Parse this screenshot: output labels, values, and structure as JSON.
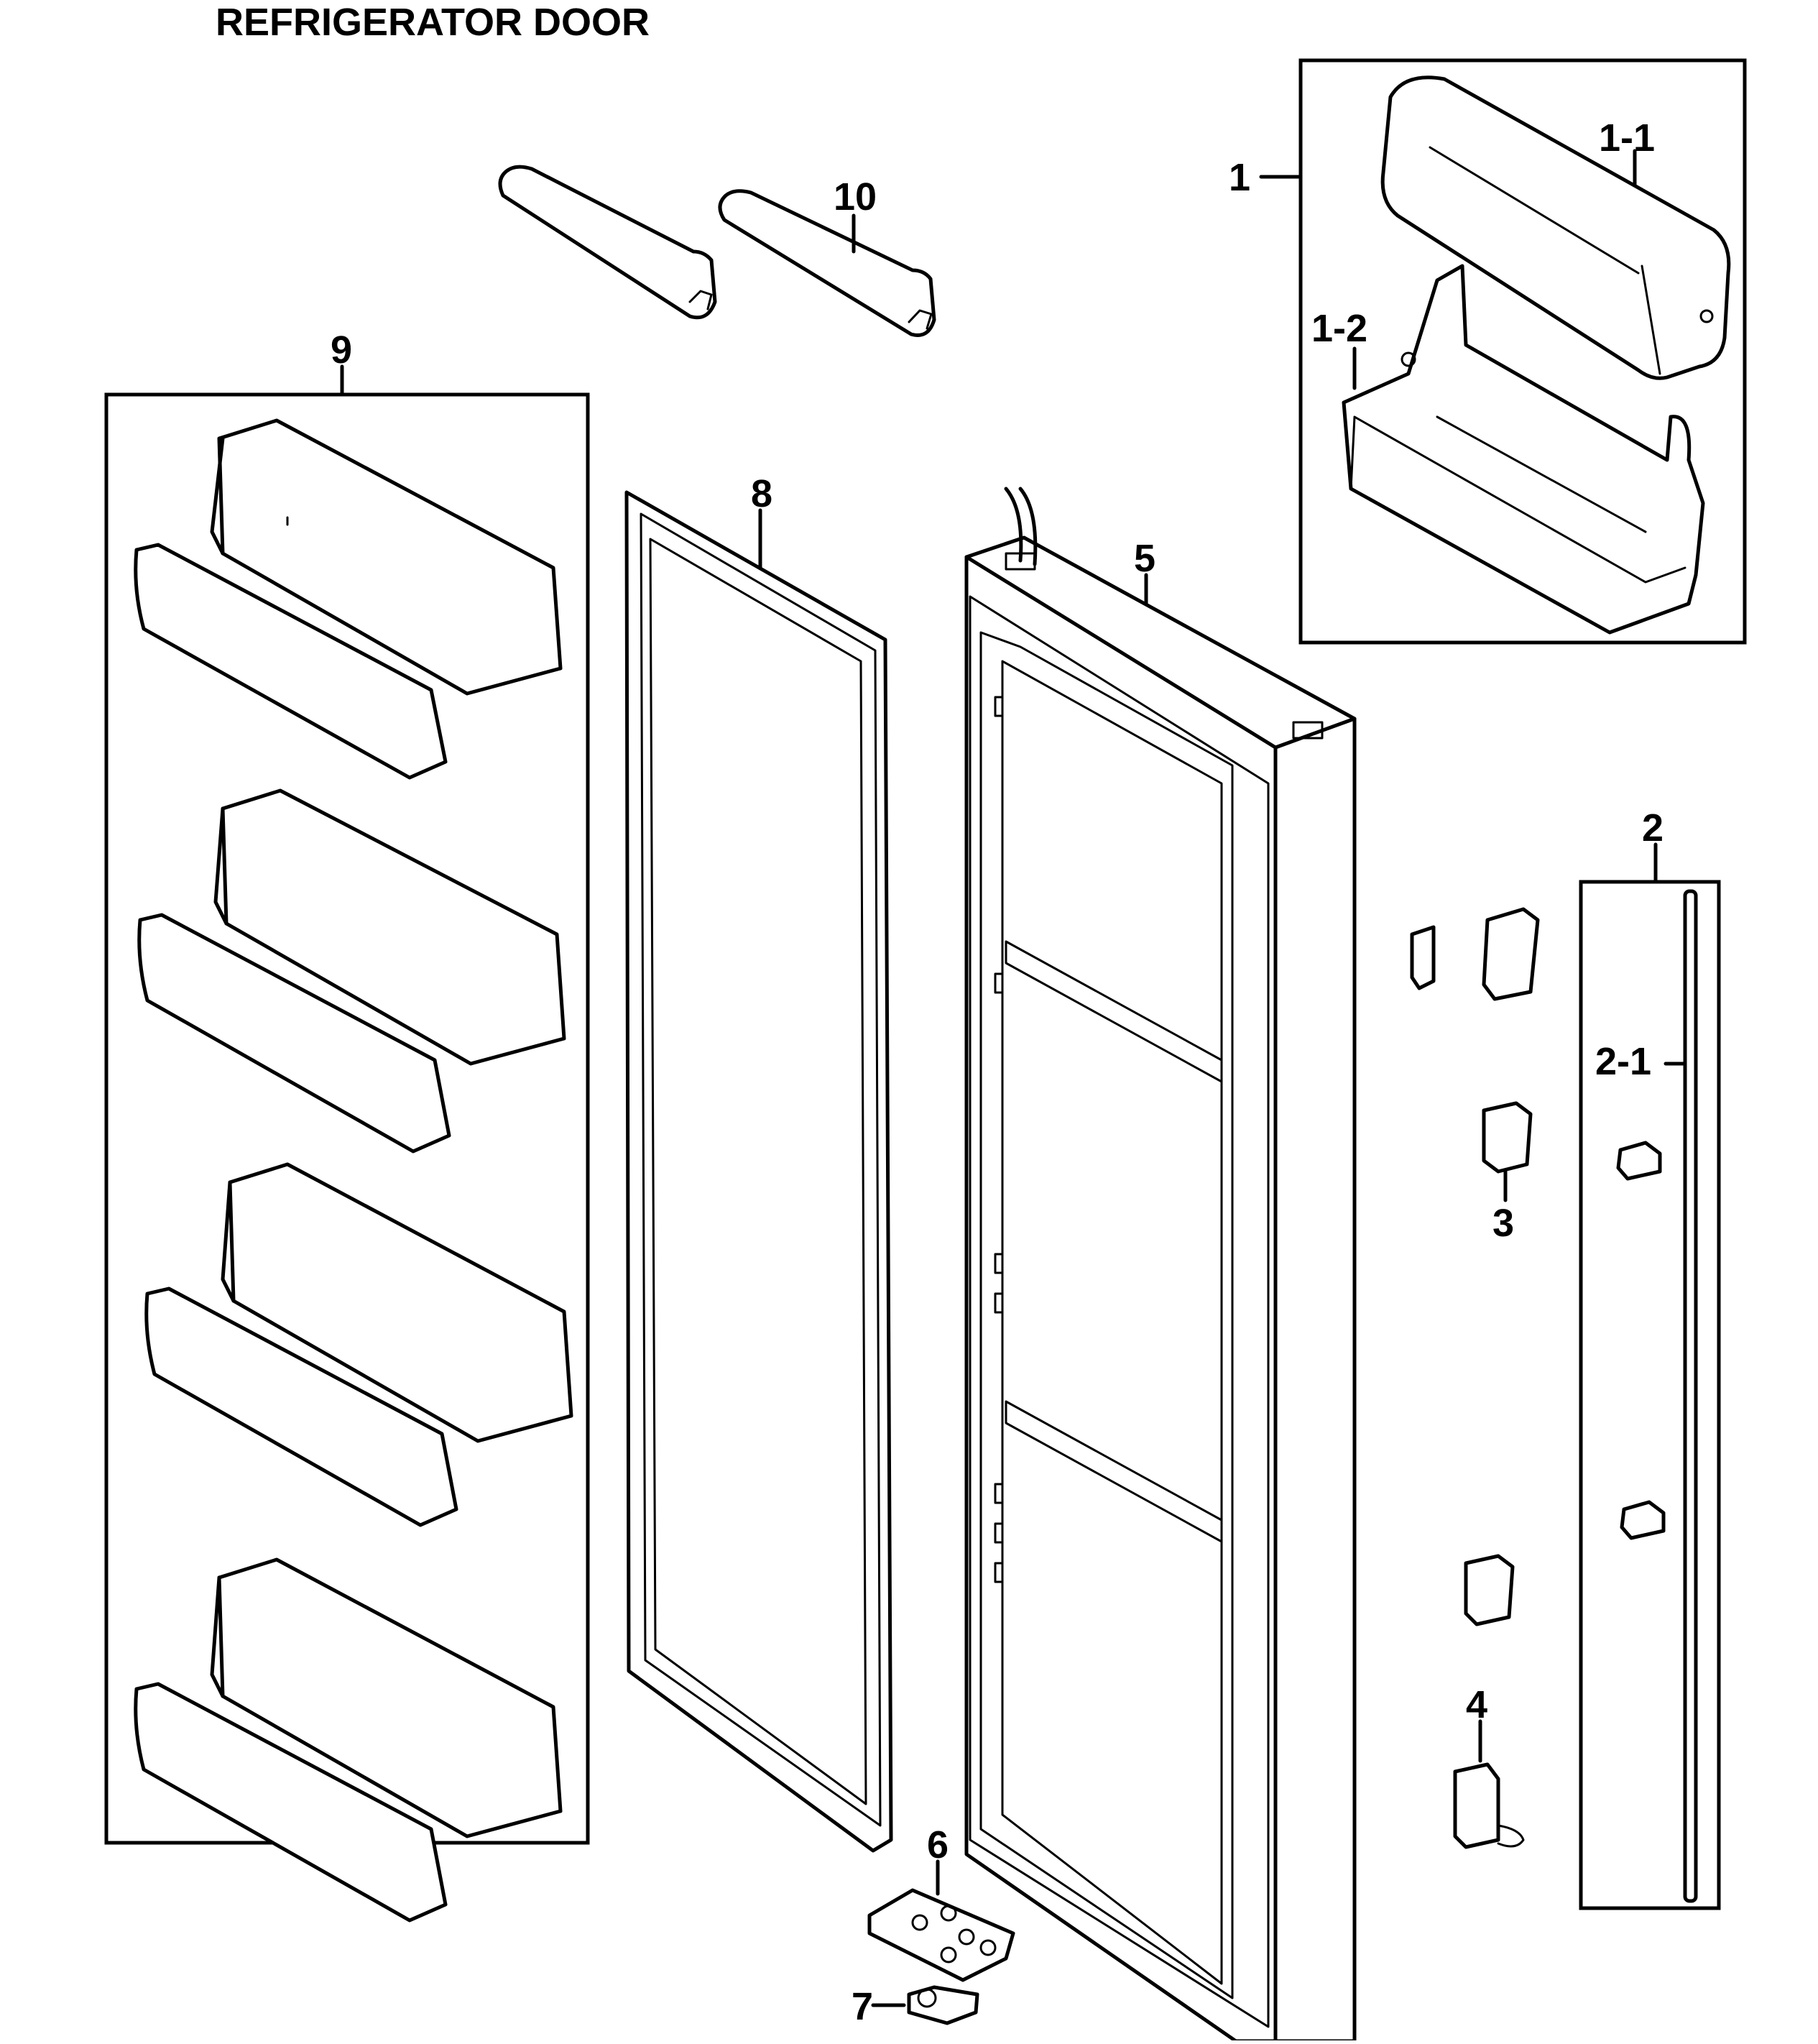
{
  "title": "REFRIGERATOR DOOR",
  "callouts": {
    "c1": "1",
    "c1_1": "1-1",
    "c1_2": "1-2",
    "c2": "2",
    "c2_1": "2-1",
    "c3": "3",
    "c4": "4",
    "c5": "5",
    "c6": "6",
    "c7": "7",
    "c8": "8",
    "c9": "9",
    "c10": "10"
  }
}
